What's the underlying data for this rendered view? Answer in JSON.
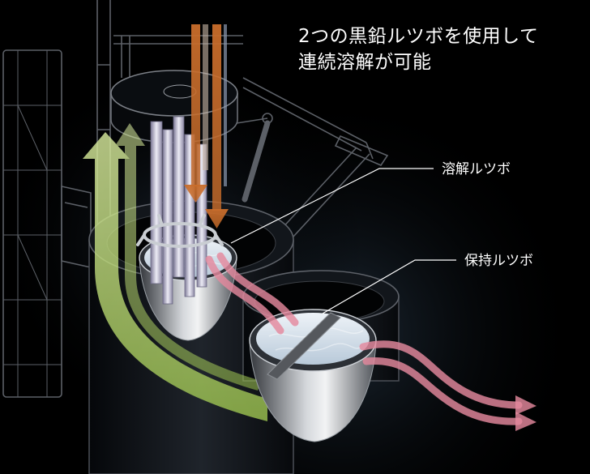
{
  "title": {
    "line1": "2つの黒鉛ルツボを使用して",
    "line2": "連続溶解が可能"
  },
  "labels": {
    "melting_crucible": "溶解ルツボ",
    "holding_crucible": "保持ルツボ"
  },
  "colors": {
    "background": "#000000",
    "text": "#ffffff",
    "frame": "#5c6067",
    "heat_arrow": "#c96d2b",
    "cooling_arrow": "#9cc34f",
    "melt_flow": "#e4899e",
    "molten_metal": "#b8c9d9"
  }
}
